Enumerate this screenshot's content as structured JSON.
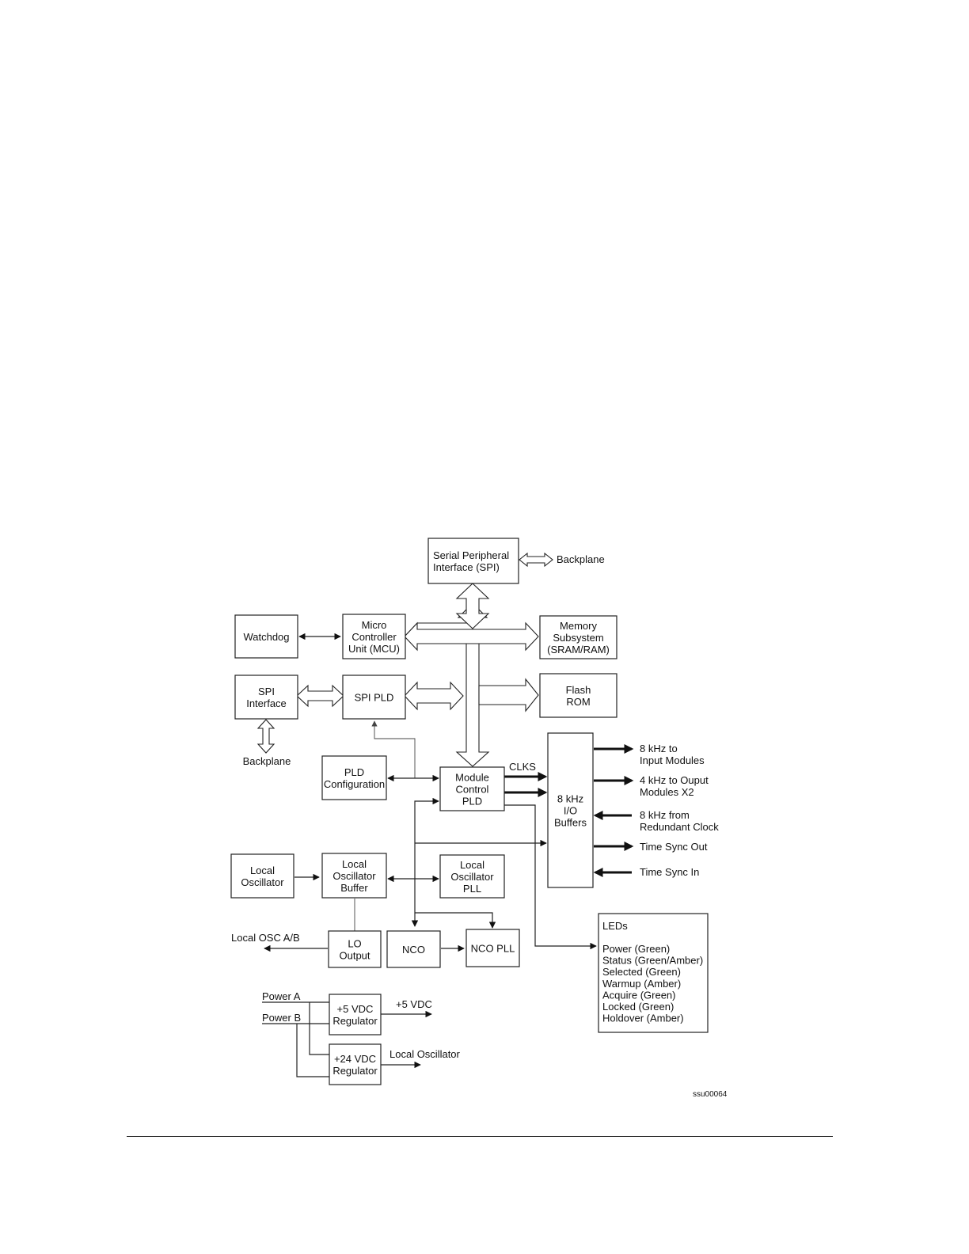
{
  "blocks": {
    "spi": [
      "Serial Peripheral",
      "Interface (SPI)"
    ],
    "watchdog": [
      "Watchdog"
    ],
    "mcu": [
      "Micro",
      "Controller",
      "Unit (MCU)"
    ],
    "memory": [
      "Memory",
      "Subsystem",
      "(SRAM/RAM)"
    ],
    "spi_interface": [
      "SPI",
      "Interface"
    ],
    "spi_pld": [
      "SPI PLD"
    ],
    "flash": [
      "Flash",
      "ROM"
    ],
    "pld_config": [
      "PLD",
      "Configuration"
    ],
    "module_ctrl": [
      "Module",
      "Control",
      "PLD"
    ],
    "io_buffers": [
      "8 kHz",
      "I/O",
      "Buffers"
    ],
    "local_osc": [
      "Local",
      "Oscillator"
    ],
    "osc_buffer": [
      "Local",
      "Oscillator",
      "Buffer"
    ],
    "osc_pll": [
      "Local",
      "Oscillator",
      "PLL"
    ],
    "lo_output": [
      "LO",
      "Output"
    ],
    "nco": [
      "NCO"
    ],
    "nco_pll": [
      "NCO PLL"
    ],
    "reg5": [
      "+5 VDC",
      "Regulator"
    ],
    "reg24": [
      "+24 VDC",
      "Regulator"
    ]
  },
  "labels": {
    "backplane_top": "Backplane",
    "backplane_left": "Backplane",
    "clks": "CLKS",
    "local_osc_ab": "Local OSC A/B",
    "power_a": "Power A",
    "power_b": "Power B",
    "out_5vdc": "+5 VDC",
    "out_local_osc": "Local Oscillator",
    "figure_id": "ssu00064"
  },
  "io_signals": [
    [
      "8 kHz to",
      "Input Modules"
    ],
    [
      "4 kHz to Ouput",
      "Modules X2"
    ],
    [
      "8 kHz from",
      "Redundant Clock"
    ],
    [
      "Time Sync Out"
    ],
    [
      "Time Sync In"
    ]
  ],
  "leds": {
    "title": "LEDs",
    "items": [
      "Power (Green)",
      "Status (Green/Amber)",
      "Selected (Green)",
      "Warmup (Amber)",
      "Acquire (Green)",
      "Locked (Green)",
      "Holdover (Amber)"
    ]
  }
}
